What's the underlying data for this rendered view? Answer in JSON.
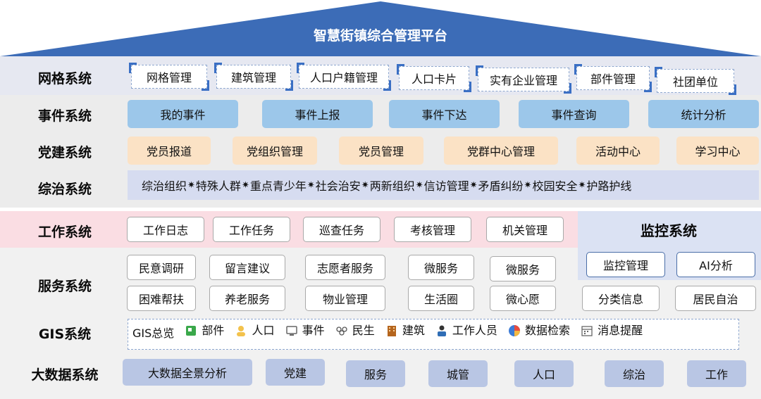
{
  "title": "智慧街镇综合管理平台",
  "colors": {
    "roof": "#3c6cb7",
    "blue_box": "#9cc7ea",
    "orange_box": "#fbe2c5",
    "gray_band": "#ececec",
    "pink_band": "#fadde3",
    "big_box": "#b9c6e4"
  },
  "rows": {
    "grid": {
      "label": "网格系统",
      "items": [
        "网格管理",
        "建筑管理",
        "人口户籍管理",
        "人口卡片",
        "实有企业管理",
        "部件管理",
        "社团单位"
      ]
    },
    "event": {
      "label": "事件系统",
      "items": [
        "我的事件",
        "事件上报",
        "事件下达",
        "事件查询",
        "统计分析"
      ]
    },
    "party": {
      "label": "党建系统",
      "items": [
        "党员报道",
        "党组织管理",
        "党员管理",
        "党群中心管理",
        "活动中心",
        "学习中心"
      ]
    },
    "gov": {
      "label": "综治系统",
      "items": [
        "综治组织",
        "特殊人群",
        "重点青少年",
        "社会治安",
        "两新组织",
        "信访管理",
        "矛盾纠纷",
        "校园安全",
        "护路护线"
      ],
      "sep": "✷"
    },
    "work": {
      "label": "工作系统",
      "items": [
        "工作日志",
        "工作任务",
        "巡查任务",
        "考核管理",
        "机关管理"
      ]
    },
    "service": {
      "label": "服务系统",
      "row1": [
        "民意调研",
        "留言建议",
        "志愿者服务",
        "微服务",
        "微服务"
      ],
      "row2": [
        "困难帮扶",
        "养老服务",
        "物业管理",
        "生活圈",
        "微心愿"
      ]
    },
    "monitor": {
      "label": "监控系统",
      "items": [
        "监控管理",
        "AI分析"
      ],
      "row2": [
        "分类信息",
        "居民自治"
      ]
    },
    "gis": {
      "label": "GIS系统",
      "items": [
        {
          "label": "GIS总览",
          "icon": ""
        },
        {
          "label": "部件",
          "icon": "component-icon"
        },
        {
          "label": "人口",
          "icon": "person-icon"
        },
        {
          "label": "事件",
          "icon": "monitor-icon"
        },
        {
          "label": "民生",
          "icon": "people-group-icon"
        },
        {
          "label": "建筑",
          "icon": "building-icon"
        },
        {
          "label": "工作人员",
          "icon": "staff-icon"
        },
        {
          "label": "数据检索",
          "icon": "pie-chart-icon"
        },
        {
          "label": "消息提醒",
          "icon": "calendar-icon"
        }
      ]
    },
    "bigdata": {
      "label": "大数据系统",
      "items": [
        "大数据全景分析",
        "党建",
        "服务",
        "城管",
        "人口",
        "综治",
        "工作"
      ]
    }
  }
}
